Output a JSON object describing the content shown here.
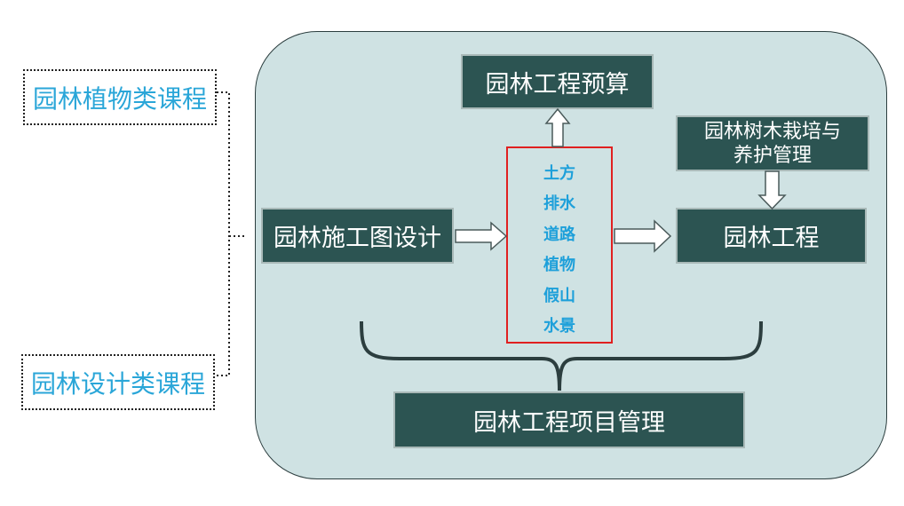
{
  "left_courses": [
    {
      "label": "园林植物类课程"
    },
    {
      "label": "园林设计类课程"
    }
  ],
  "boxes": {
    "budget": "园林工程预算",
    "tree_cultivation": "园林树木栽培与养护管理",
    "construction_drawing": "园林施工图设计",
    "landscape_engineering": "园林工程",
    "project_management": "园林工程项目管理"
  },
  "center_items": [
    "土方",
    "排水",
    "道路",
    "植物",
    "假山",
    "水景"
  ],
  "colors": {
    "panel": "#cfe2e3",
    "box_fill": "#2c5452",
    "box_text": "#ffffff",
    "course_text": "#2aa6d8",
    "center_border": "#e02020",
    "center_text": "#1ea0da"
  }
}
